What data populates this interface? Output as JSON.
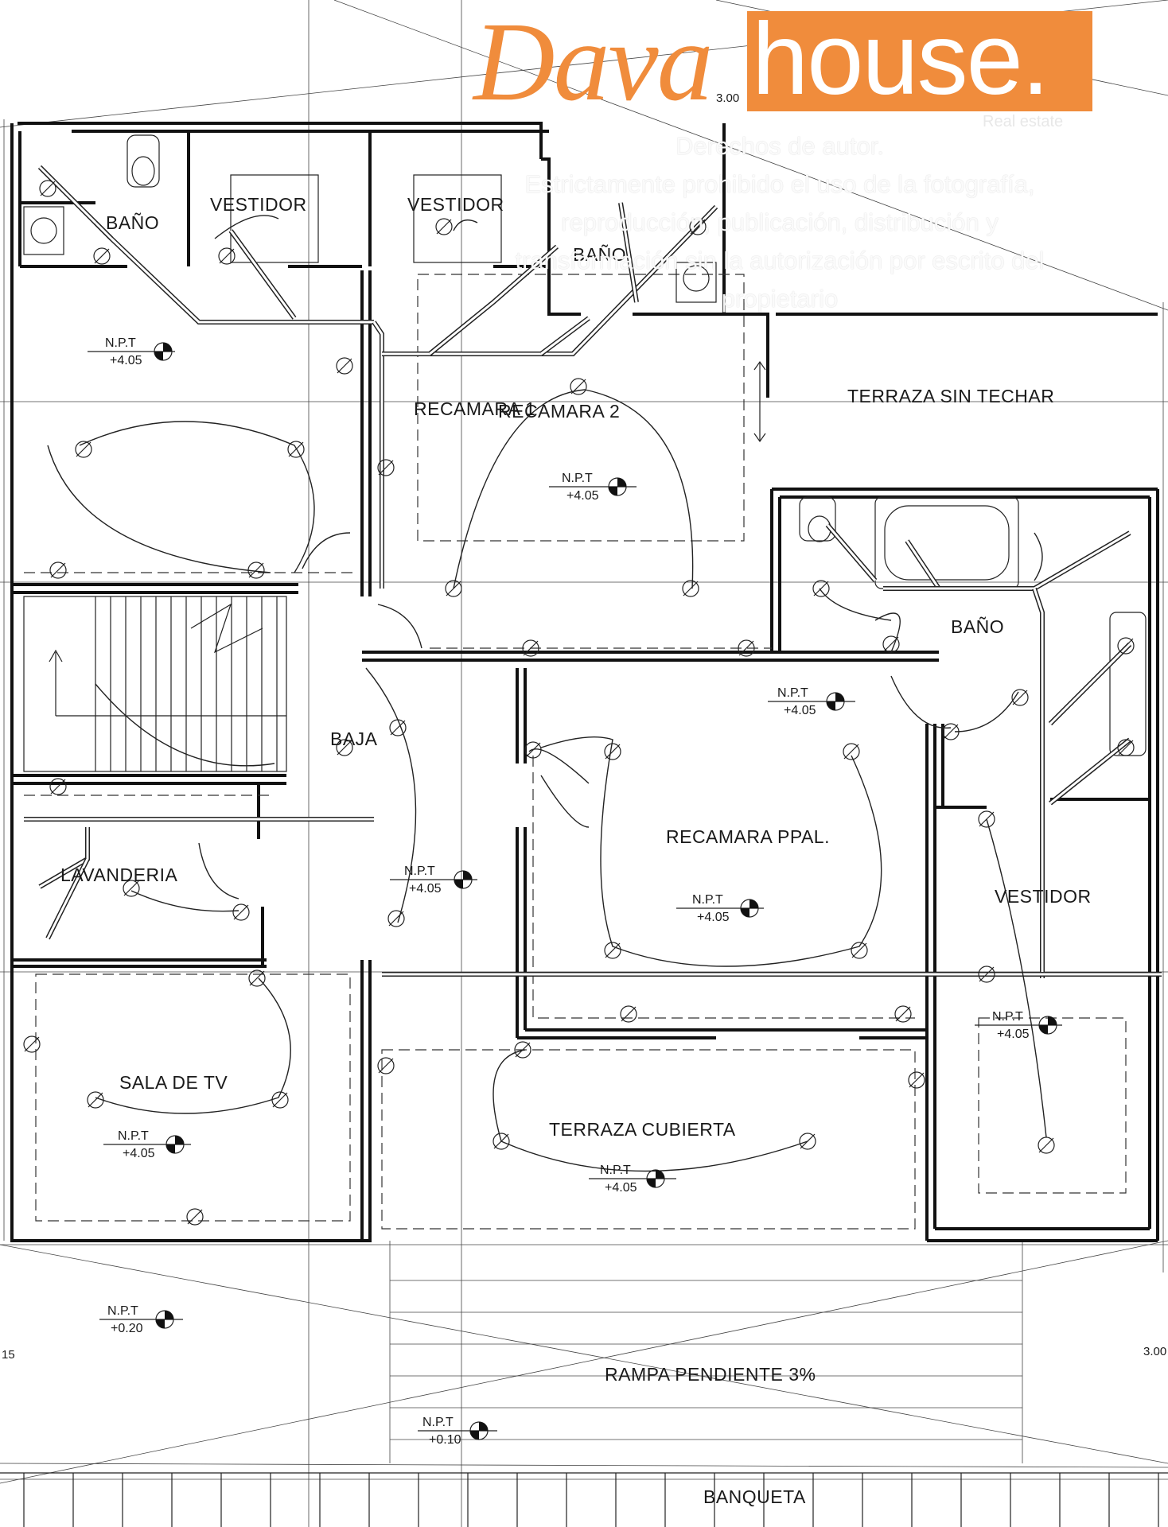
{
  "logo": {
    "brand_a": "Dava",
    "brand_b": "house.",
    "subtitle": "Real estate",
    "accent_color": "#f08c3c"
  },
  "watermark": {
    "lines": [
      "Derechos de autor.",
      "Estrictamente prohibido el uso de la fotografía,",
      "reproducción, publicación, distribución y",
      "transformación sin la autorización por escrito del",
      "propietario"
    ]
  },
  "rooms": {
    "bano_1": "BAÑO",
    "vestidor_1": "VESTIDOR",
    "vestidor_2": "VESTIDOR",
    "bano_2": "BAÑO",
    "recamara_1": "RECAMARA 1",
    "recamara_2": "RECAMARA 2",
    "terraza_sin_techar": "TERRAZA SIN TECHAR",
    "bano_3": "BAÑO",
    "baja": "BAJA",
    "recamara_ppal": "RECAMARA PPAL.",
    "lavanderia": "LAVANDERIA",
    "vestidor_3": "VESTIDOR",
    "sala_tv": "SALA DE TV",
    "terraza_cubierta": "TERRAZA CUBIERTA",
    "rampa": "RAMPA PENDIENTE 3%",
    "banqueta": "BANQUETA"
  },
  "levels": [
    {
      "label": "N.P.T",
      "value": "+4.05"
    },
    {
      "label": "N.P.T",
      "value": "+4.05"
    },
    {
      "label": "N.P.T",
      "value": "+4.05"
    },
    {
      "label": "N.P.T",
      "value": "+4.05"
    },
    {
      "label": "N.P.T",
      "value": "+4.05"
    },
    {
      "label": "N.P.T",
      "value": "+4.05"
    },
    {
      "label": "N.P.T",
      "value": "+4.05"
    },
    {
      "label": "N.P.T",
      "value": "+4.05"
    },
    {
      "label": "N.P.T",
      "value": "+0.20"
    },
    {
      "label": "N.P.T",
      "value": "+0.10"
    }
  ],
  "dimensions": {
    "top": "3.00",
    "left": "15",
    "right": "3.00"
  }
}
